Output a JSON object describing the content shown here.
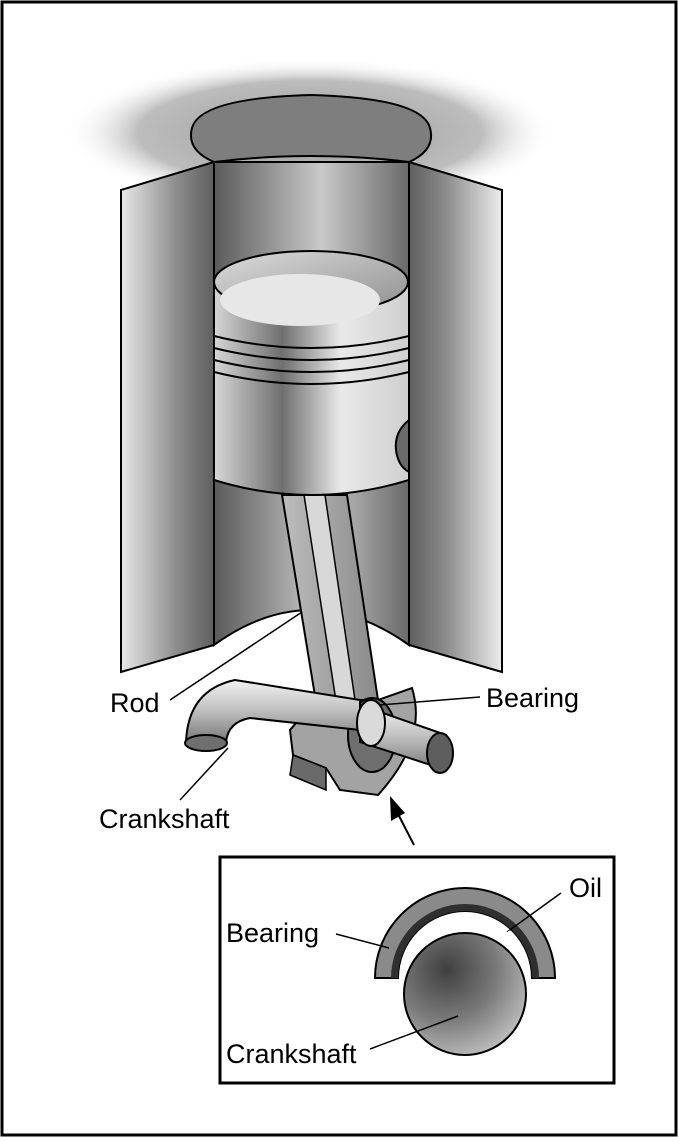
{
  "labels": {
    "rod": "Rod",
    "bearing": "Bearing",
    "crankshaft": "Crankshaft"
  },
  "inset": {
    "oil": "Oil",
    "bearing": "Bearing",
    "crankshaft": "Crankshaft"
  },
  "colors": {
    "outline": "#000000",
    "haze": "#bdbdbd",
    "wall_dark": "#6e6e6e",
    "metal_light": "#e6e6e6",
    "bearing_shell": "#8a8a8a",
    "oil_film": "#2f2f2f"
  }
}
